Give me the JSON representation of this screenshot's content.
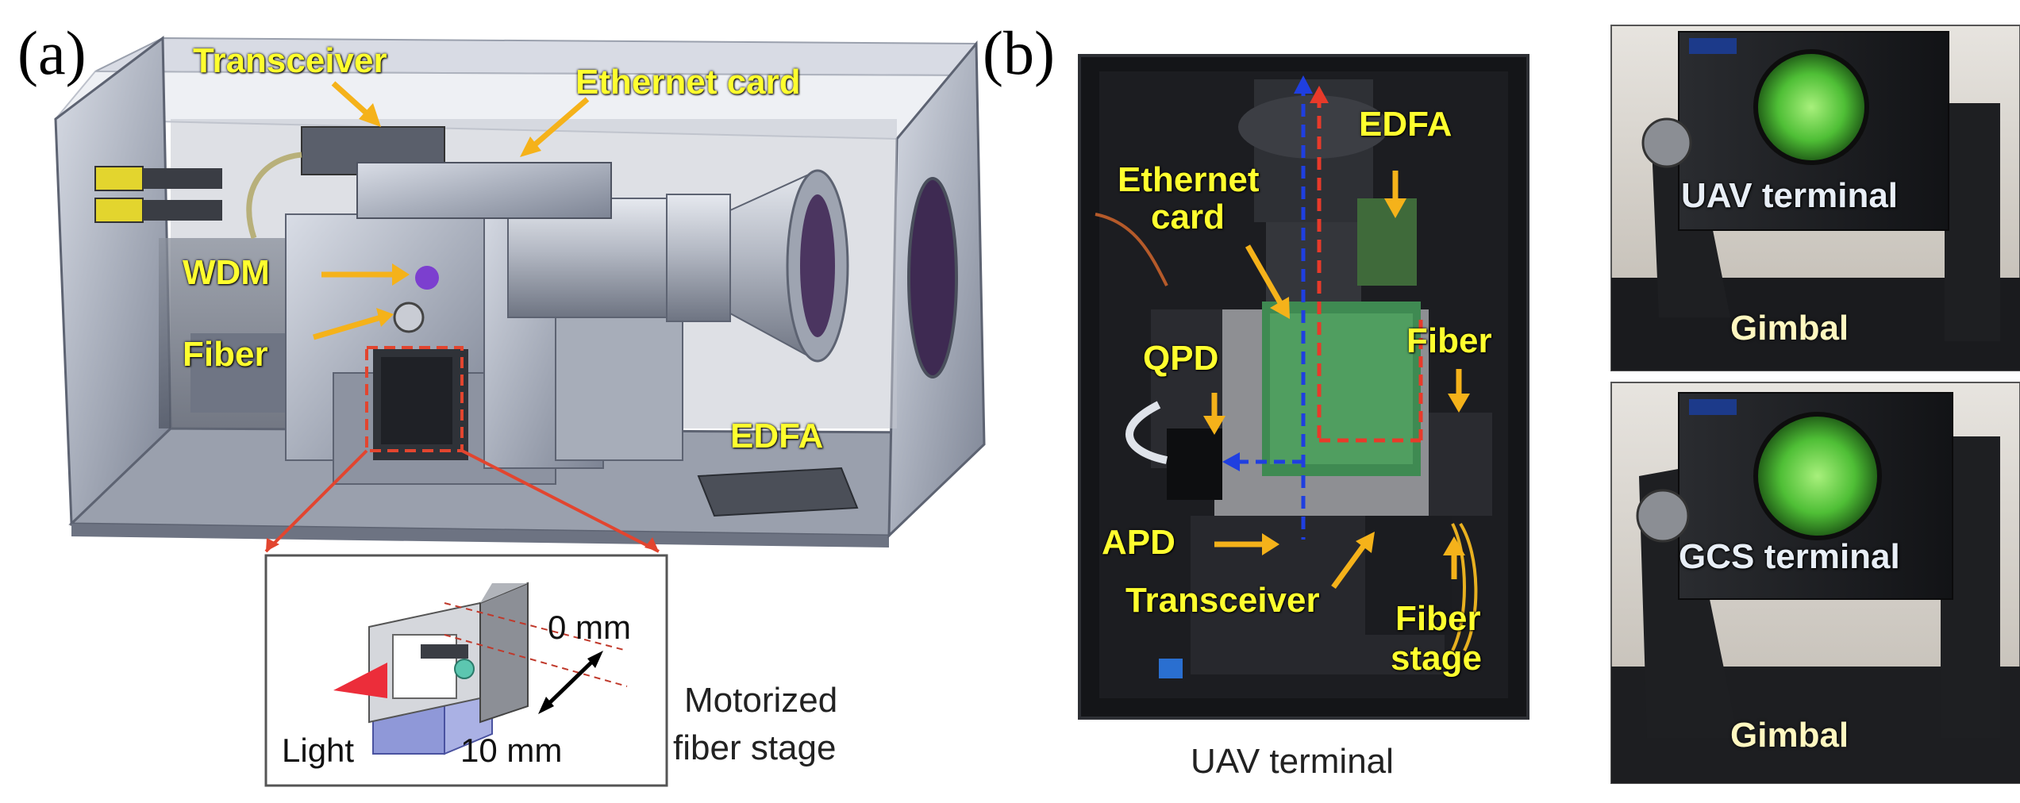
{
  "panels": {
    "a": {
      "letter": "(a)",
      "labels": {
        "transceiver": "Transceiver",
        "ethernet_card": "Ethernet card",
        "wdm": "WDM",
        "fiber": "Fiber",
        "edfa": "EDFA"
      },
      "inset": {
        "zero": "0 mm",
        "ten": "10 mm",
        "light": "Light"
      },
      "caption_line1": "Motorized",
      "caption_line2": "fiber stage"
    },
    "b": {
      "letter": "(b)",
      "labels": {
        "edfa": "EDFA",
        "ethernet_line1": "Ethernet",
        "ethernet_line2": "card",
        "qpd": "QPD",
        "fiber": "Fiber",
        "apd": "APD",
        "transceiver": "Transceiver",
        "fiber_stage_line1": "Fiber",
        "fiber_stage_line2": "stage"
      },
      "caption": "UAV terminal",
      "photo_top": {
        "terminal": "UAV terminal",
        "gimbal": "Gimbal"
      },
      "photo_bottom": {
        "terminal": "GCS terminal",
        "gimbal": "Gimbal"
      }
    }
  },
  "colors": {
    "label_yellow": "#ffff2e",
    "arrow_orange": "#f5b21a",
    "zoom_red": "#e2452f",
    "beam_blue": "#1f3fe0",
    "beam_red": "#e83a2a",
    "lens_green": "#5fd04a"
  }
}
